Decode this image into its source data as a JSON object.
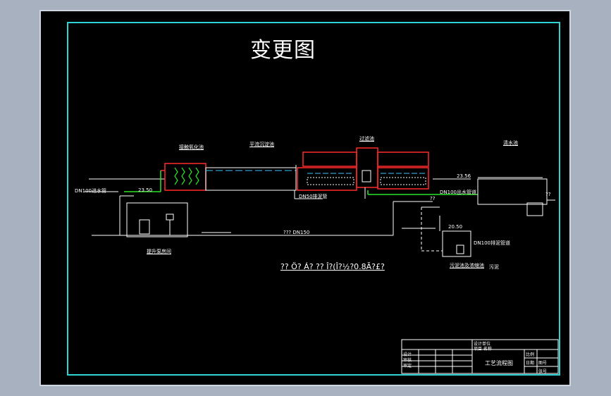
{
  "drawing": {
    "title": "变更图",
    "note": "?? Ö? Á? ?? Î?(Î?½?0.8Ã?£?",
    "colors": {
      "frame": "#2fd3d3",
      "wall": "#ffffff",
      "tank": "#ff2a2a",
      "pipe": "#29e629",
      "water": "#3fc6ff",
      "background": "#000000",
      "outer": "#a7b1bf"
    }
  },
  "labels": {
    "tank1": "接触氧化池",
    "tank2": "平流沉淀池",
    "tank3": "过滤池",
    "tank4": "清水池",
    "pump_room": "提升泵房间",
    "sludge_tank": "污泥池及浓缩池",
    "inlet_pipe": "DN100进水管",
    "level1": "23.50",
    "pipe2": "DN50排泥管",
    "pipe3": "DN100出水管道",
    "level2": "23.56",
    "level3": "20.50",
    "pipe4": "DN100排泥管道",
    "pipe5": "??? DN150",
    "marks": "??",
    "dim": "??",
    "sludge_note": "污泥"
  },
  "title_block": {
    "row1": "设计单位",
    "row2": "项目   名称",
    "drawing_name": "工艺流程图",
    "r_designer": "设计",
    "r_checker": "审核",
    "r_approver": "审定",
    "r_scale": "比例",
    "r_date": "日期",
    "r_sheet": "图号",
    "r_no": "张号"
  }
}
